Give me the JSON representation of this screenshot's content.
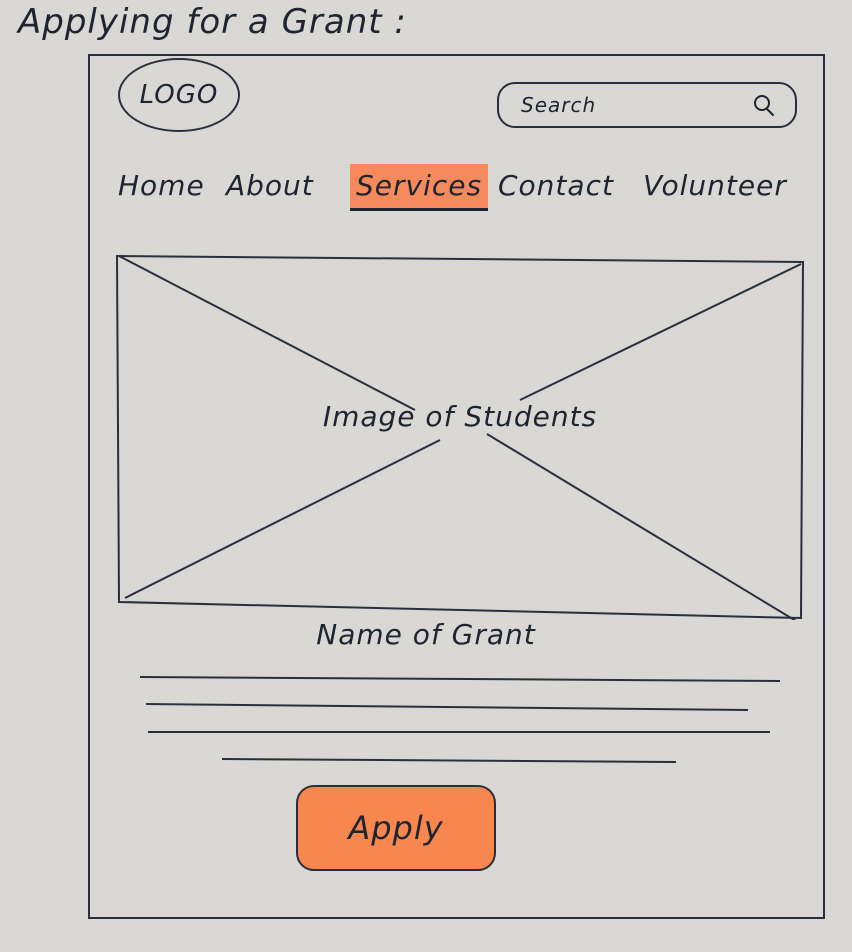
{
  "title": "Applying for a Grant :",
  "header": {
    "logo_text": "LOGO",
    "search": {
      "placeholder": "Search",
      "icon": "search-icon"
    }
  },
  "nav": {
    "items": [
      {
        "label": "Home",
        "active": false
      },
      {
        "label": "About",
        "active": false
      },
      {
        "label": "Services",
        "active": true
      },
      {
        "label": "Contact",
        "active": false
      },
      {
        "label": "Volunteer",
        "active": false
      }
    ]
  },
  "hero": {
    "caption": "Image of Students"
  },
  "grant": {
    "name": "Name of Grant",
    "description_lines": 4
  },
  "apply": {
    "label": "Apply"
  },
  "colors": {
    "paper": "#d9d8d4",
    "ink": "#1f2530",
    "highlight": "#f58a5c"
  }
}
